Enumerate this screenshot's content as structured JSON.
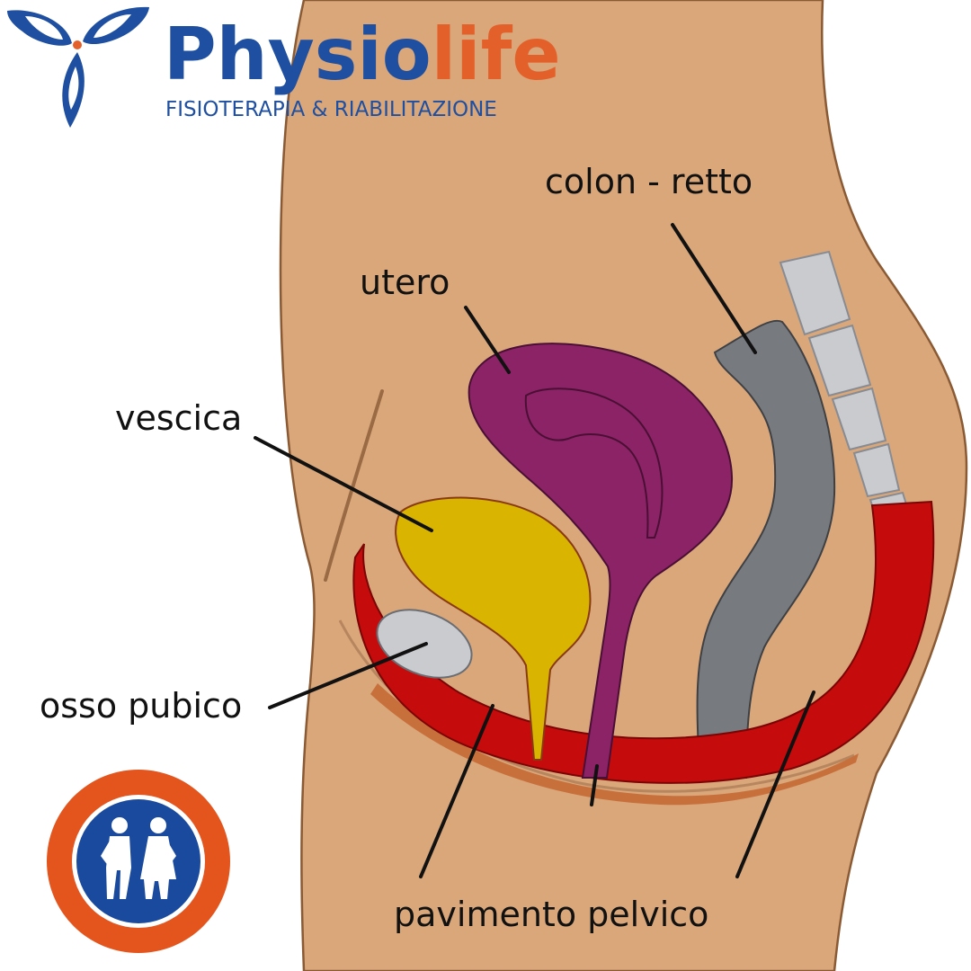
{
  "brand": {
    "name_part1": "Physio",
    "name_part2": "life",
    "tagline": "FISIOTERAPIA & RIABILITAZIONE",
    "colors": {
      "blue": "#1f4fa0",
      "orange": "#e4602a"
    }
  },
  "labels": {
    "colon": "colon - retto",
    "uterus": "utero",
    "bladder": "vescica",
    "pubic_bone": "osso pubico",
    "pelvic_floor": "pavimento pelvico"
  },
  "colors": {
    "skin": "#d9a77a",
    "skin_outline": "#8a5a34",
    "uterus": "#8c2366",
    "bladder": "#d9b400",
    "colon": "#777a7e",
    "pelvic_floor": "#c50b0b",
    "bone": "#c9cbcf",
    "badge_ring": "#e4541d",
    "badge_inner": "#1a4a9e"
  },
  "badge": {
    "icon": "restroom-urgency-icon"
  }
}
